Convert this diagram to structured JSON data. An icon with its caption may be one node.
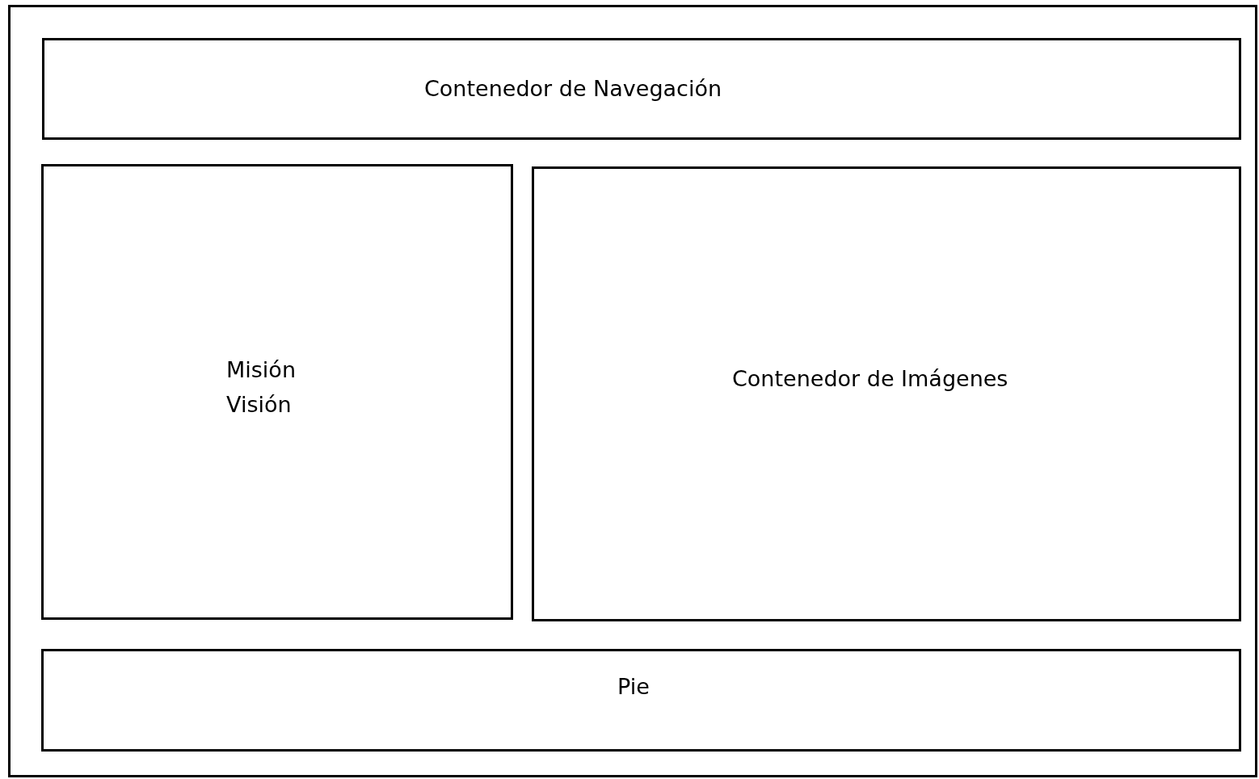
{
  "diagram": {
    "nodes": [
      {
        "text": [],
        "shape": "box"
      },
      {
        "text": [
          "Contenedor de Navegación"
        ],
        "in": 0
      },
      {
        "text": [
          "Misión Visión"
        ],
        "in": 0
      },
      {
        "text": [
          "Contenedor de Imágenes"
        ],
        "in": 0
      },
      {
        "text": [
          "Pie"
        ],
        "in": 0
      }
    ],
    "edges": []
  }
}
